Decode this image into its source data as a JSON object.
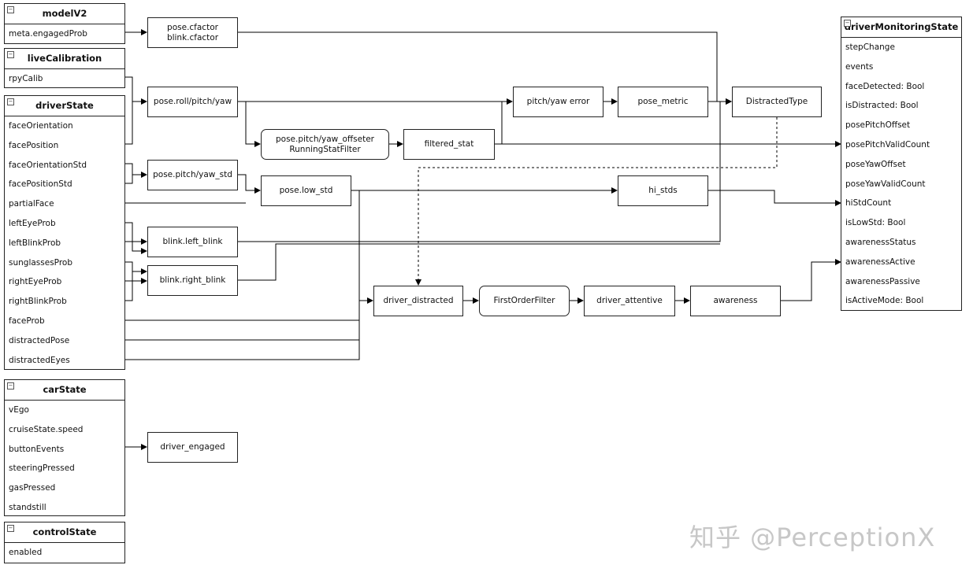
{
  "classes": {
    "modelV2": {
      "title": "modelV2",
      "fields": [
        "meta.engagedProb"
      ]
    },
    "liveCalibration": {
      "title": "liveCalibration",
      "fields": [
        "rpyCalib"
      ]
    },
    "driverState": {
      "title": "driverState",
      "fields": [
        "faceOrientation",
        "facePosition",
        "faceOrientationStd",
        "facePositionStd",
        "partialFace",
        "leftEyeProb",
        "leftBlinkProb",
        "sunglassesProb",
        "rightEyeProb",
        "rightBlinkProb",
        "faceProb",
        "distractedPose",
        "distractedEyes"
      ]
    },
    "carState": {
      "title": "carState",
      "fields": [
        "vEgo",
        "cruiseState.speed",
        "buttonEvents",
        "steeringPressed",
        "gasPressed",
        "standstill"
      ]
    },
    "controlState": {
      "title": "controlState",
      "fields": [
        "enabled"
      ]
    },
    "driverMonitoringState": {
      "title": "driverMonitoringState",
      "fields": [
        "stepChange",
        "events",
        "faceDetected: Bool",
        "isDistracted: Bool",
        "posePitchOffset",
        "posePitchValidCount",
        "poseYawOffset",
        "poseYawValidCount",
        "hiStdCount",
        "isLowStd: Bool",
        "awarenessStatus",
        "awarenessActive",
        "awarenessPassive",
        "isActiveMode: Bool"
      ]
    }
  },
  "nodes": {
    "pose_factors": [
      "pose.cfactor",
      "blink.cfactor"
    ],
    "pose_rpy": [
      "pose.roll/pitch/yaw"
    ],
    "pose_offseter": [
      "pose.pitch/yaw_offseter",
      "RunningStatFilter"
    ],
    "filtered_stat": [
      "filtered_stat"
    ],
    "pitch_yaw_error": [
      "pitch/yaw error"
    ],
    "pose_metric": [
      "pose_metric"
    ],
    "distracted_type": [
      "DistractedType"
    ],
    "pose_std": [
      "pose.pitch/yaw_std"
    ],
    "pose_low_std": [
      "pose.low_std"
    ],
    "hi_stds": [
      "hi_stds"
    ],
    "blink_left": [
      "blink.left_blink"
    ],
    "blink_right": [
      "blink.right_blink"
    ],
    "driver_distracted": [
      "driver_distracted"
    ],
    "first_order_filter": [
      "FirstOrderFilter"
    ],
    "driver_attentive": [
      "driver_attentive"
    ],
    "awareness": [
      "awareness"
    ],
    "driver_engaged": [
      "driver_engaged"
    ]
  },
  "watermark": "知乎 @PerceptionX"
}
